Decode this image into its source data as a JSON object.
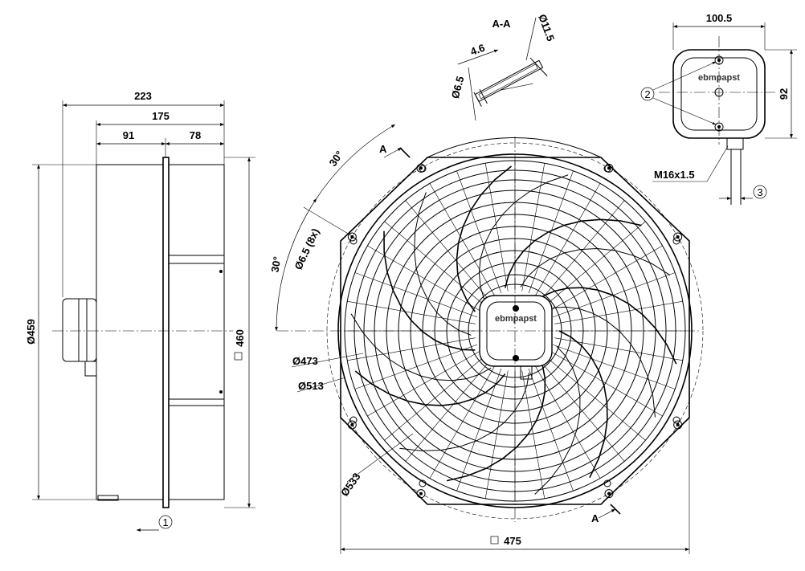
{
  "side_view": {
    "dims": {
      "overall_depth": "223",
      "depth_175": "175",
      "depth_91": "91",
      "depth_78": "78",
      "diameter": "Ø459",
      "square": "460"
    },
    "airflow_marker": "1"
  },
  "front_view": {
    "angle_top": "30°",
    "angle_left": "30°",
    "holes": "Ø6.5 (8x)",
    "d473": "Ø473",
    "d513": "Ø513",
    "d533": "Ø533",
    "width": "475",
    "section_marker": "A",
    "logo": "ebmpapst"
  },
  "section_view": {
    "title": "A-A",
    "d11_5": "Ø11.5",
    "d4_6": "4.6",
    "d6_5": "Ø6.5"
  },
  "terminal_box": {
    "width": "100.5",
    "height": "92",
    "marker_2": "2",
    "marker_3": "3",
    "gland": "M16x1.5",
    "logo": "ebmpapst"
  }
}
